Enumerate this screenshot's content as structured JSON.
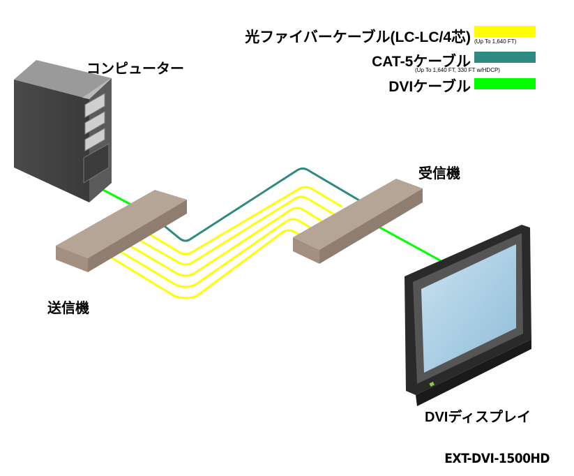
{
  "legend": {
    "fiber": {
      "label": "光ファイバーケーブル(LC-LC/4芯)",
      "note": "(Up To 1,640 FT)",
      "color": "#ffff00"
    },
    "cat5": {
      "label": "CAT-5ケーブル",
      "note": "(Up To 1,640 FT, 330 FT w/HDCP)",
      "color": "#2e8a80"
    },
    "dvi": {
      "label": "DVIケーブル",
      "color": "#00ff00"
    }
  },
  "labels": {
    "computer": "コンピューター",
    "transmitter": "送信機",
    "receiver": "受信機",
    "display": "DVIディスプレイ",
    "model": "EXT-DVI-1500HD"
  }
}
